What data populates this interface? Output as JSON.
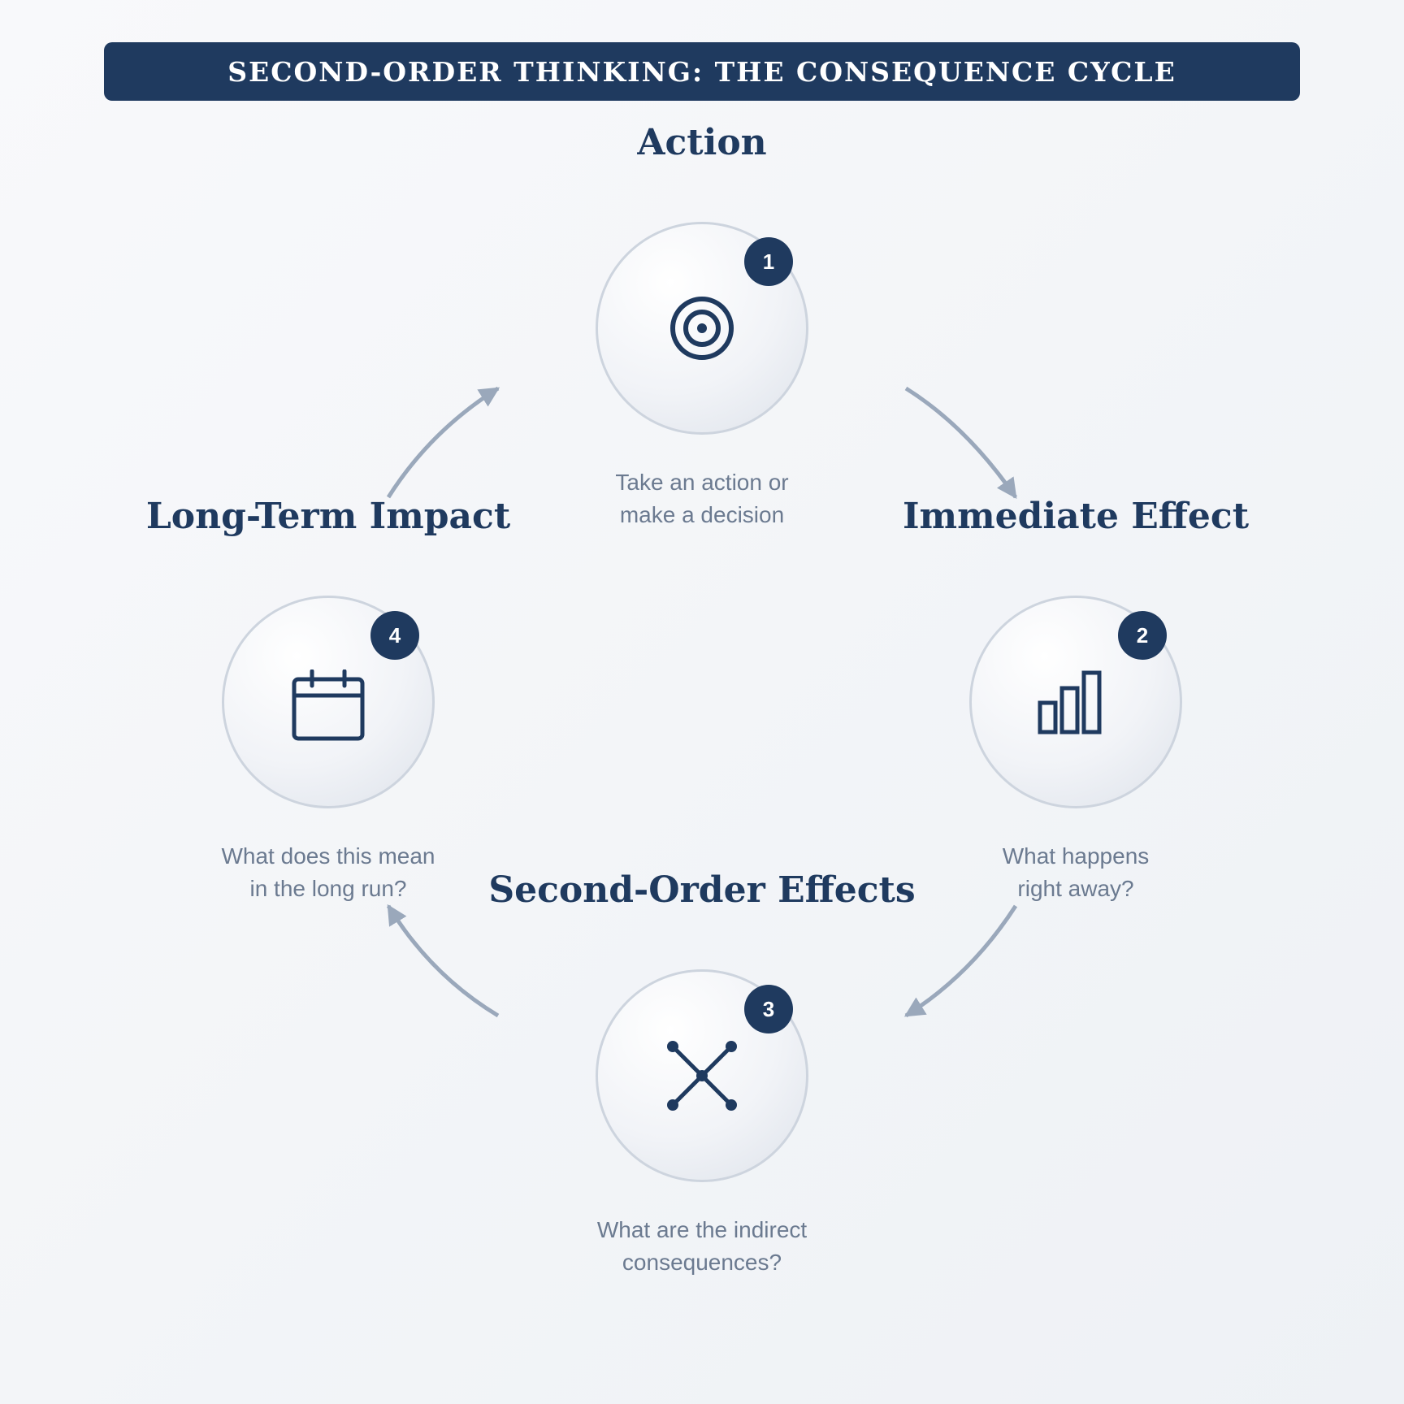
{
  "title": "SECOND-ORDER THINKING: THE CONSEQUENCE CYCLE",
  "colors": {
    "primary": "#1f3a5f",
    "arrow": "#9aa8bb",
    "description": "#6b7a90",
    "circle_border": "#cdd4de"
  },
  "stages": [
    {
      "number": "1",
      "title": "Action",
      "icon": "target-icon",
      "description": [
        "Take an action or",
        "make a decision"
      ]
    },
    {
      "number": "2",
      "title": "Immediate Effect",
      "icon": "bar-chart-icon",
      "description": [
        "What happens",
        "right away?"
      ]
    },
    {
      "number": "3",
      "title": "Second-Order Effects",
      "icon": "network-cross-icon",
      "description": [
        "What are the indirect",
        "consequences?"
      ]
    },
    {
      "number": "4",
      "title": "Long-Term Impact",
      "icon": "calendar-icon",
      "description": [
        "What does this mean",
        "in the long run?"
      ]
    }
  ]
}
